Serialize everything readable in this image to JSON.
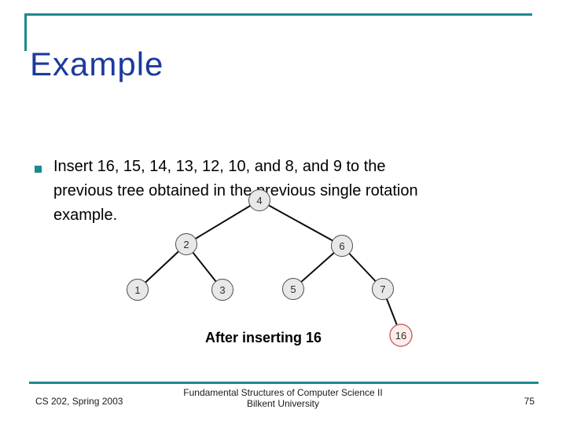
{
  "slide": {
    "title": "Example",
    "bullet": {
      "marker": "teal-square",
      "lines": [
        "Insert 16, 15, 14, 13, 12, 10, and 8, and 9 to the",
        "previous tree obtained in the previous single rotation",
        "example."
      ]
    },
    "caption": "After inserting 16",
    "footer": {
      "course": "CS 202, Spring 2003",
      "institution_line1": "Fundamental Structures of Computer Science II",
      "institution_line2": "Bilkent University",
      "page_number": "75"
    }
  },
  "tree": {
    "type": "binary-tree-diagram",
    "nodes": [
      {
        "label": "4",
        "highlighted": false
      },
      {
        "label": "2",
        "highlighted": false
      },
      {
        "label": "6",
        "highlighted": false
      },
      {
        "label": "1",
        "highlighted": false
      },
      {
        "label": "3",
        "highlighted": false
      },
      {
        "label": "5",
        "highlighted": false
      },
      {
        "label": "7",
        "highlighted": false
      },
      {
        "label": "16",
        "highlighted": true
      }
    ],
    "edges": [
      [
        "4",
        "2"
      ],
      [
        "4",
        "6"
      ],
      [
        "2",
        "1"
      ],
      [
        "2",
        "3"
      ],
      [
        "6",
        "5"
      ],
      [
        "6",
        "7"
      ],
      [
        "7",
        "16"
      ]
    ]
  },
  "colors": {
    "accent_teal": "#1b8a8c",
    "title_navy": "#1c3a9e",
    "node_fill": "#e8e8e8",
    "node_border": "#4d4d4d",
    "highlight_node_fill": "#fdeded",
    "highlight_node_border": "#c66a6a",
    "edge": "#0d0d0d"
  }
}
